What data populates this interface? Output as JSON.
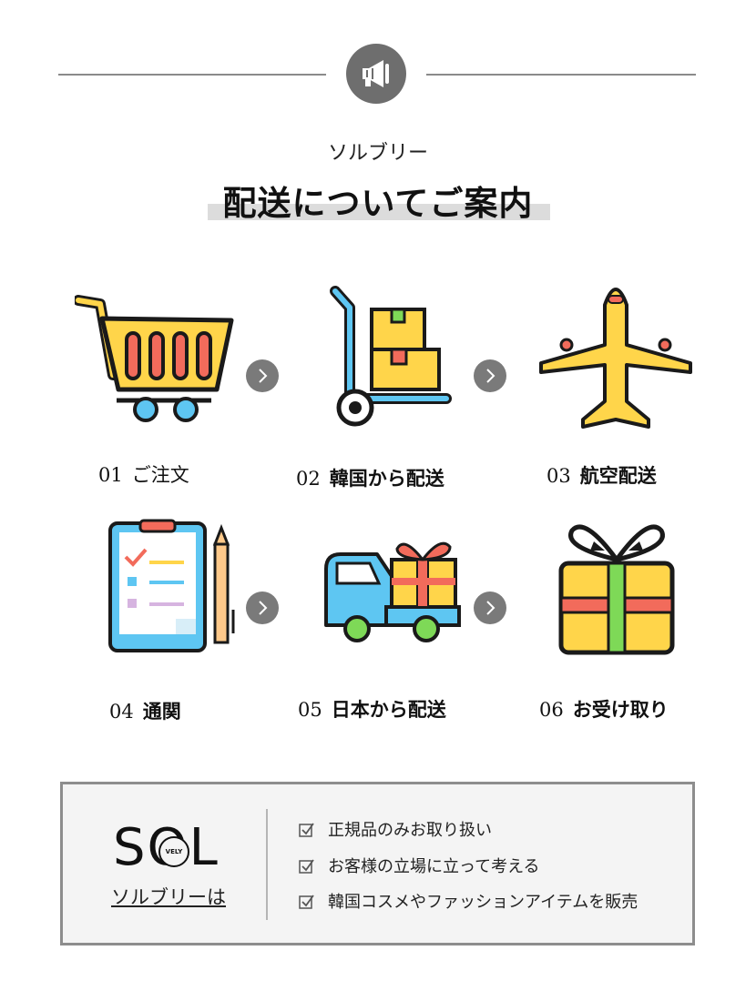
{
  "header": {
    "subtitle": "ソルブリー",
    "title": "配送についてご案内"
  },
  "steps": [
    {
      "num": "01",
      "label": "ご注文",
      "icon": "shopping-cart-icon"
    },
    {
      "num": "02",
      "label": "韓国から配送",
      "icon": "hand-truck-boxes-icon"
    },
    {
      "num": "03",
      "label": "航空配送",
      "icon": "airplane-icon"
    },
    {
      "num": "04",
      "label": "通関",
      "icon": "clipboard-checklist-icon"
    },
    {
      "num": "05",
      "label": "日本から配送",
      "icon": "delivery-truck-gift-icon"
    },
    {
      "num": "06",
      "label": "お受け取り",
      "icon": "gift-box-icon"
    }
  ],
  "brand": {
    "logo_text": "SOL",
    "logo_badge": "VELY",
    "caption": "ソルブリーは"
  },
  "features": [
    "正規品のみお取り扱い",
    "お客様の立場に立って考える",
    "韓国コスメやファッションアイテムを販売"
  ],
  "colors": {
    "yellow": "#FFD54A",
    "blue": "#5EC6F2",
    "red": "#F26B5B",
    "green": "#7ED957",
    "gray": "#7A7A7A",
    "outline": "#1A1A1A"
  }
}
